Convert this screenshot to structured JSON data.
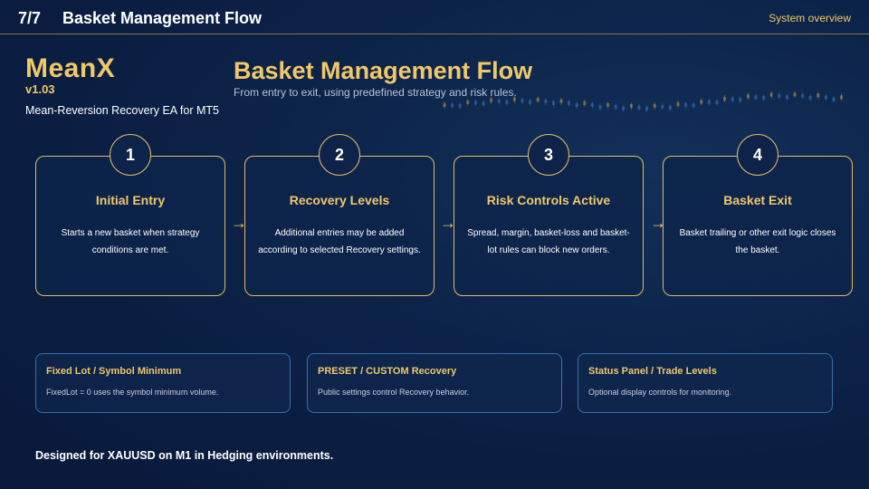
{
  "header": {
    "page_number": "7/7",
    "title": "Basket Management Flow",
    "section": "System overview"
  },
  "brand": {
    "name": "MeanX",
    "version": "v1.03",
    "tagline": "Mean-Reversion Recovery EA for MT5"
  },
  "main": {
    "title": "Basket Management Flow",
    "subtitle": "From entry to exit, using predefined strategy and risk rules."
  },
  "steps": [
    {
      "number": "1",
      "title": "Initial Entry",
      "description": "Starts a new basket when strategy conditions are met."
    },
    {
      "number": "2",
      "title": "Recovery Levels",
      "description": "Additional entries may be added according to selected Recovery settings."
    },
    {
      "number": "3",
      "title": "Risk Controls Active",
      "description": "Spread, margin, basket-loss and basket-lot rules can block new orders."
    },
    {
      "number": "4",
      "title": "Basket Exit",
      "description": "Basket trailing or other exit logic closes the basket."
    }
  ],
  "arrow_glyph": "→",
  "info_cards": [
    {
      "title": "Fixed Lot / Symbol Minimum",
      "description": "FixedLot = 0 uses the symbol minimum volume."
    },
    {
      "title": "PRESET / CUSTOM Recovery",
      "description": "Public settings control Recovery behavior."
    },
    {
      "title": "Status Panel / Trade Levels",
      "description": "Optional display controls for monitoring."
    }
  ],
  "footer": {
    "note": "Designed for XAUUSD on M1 in Hedging environments."
  },
  "colors": {
    "accent": "#f0c869",
    "background": "#0c2247",
    "card_border": "#e2bc63",
    "info_border": "#3a6ea8"
  }
}
